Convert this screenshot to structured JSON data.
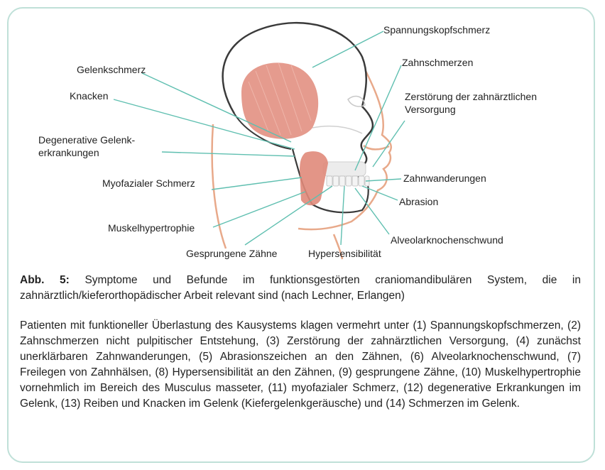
{
  "labels": {
    "spannungskopfschmerz": "Spannungskopfschmerz",
    "zahnschmerzen": "Zahnschmerzen",
    "zerstoerung_line1": "Zerstörung der zahnärztlichen",
    "zerstoerung_line2": "Versorgung",
    "gelenkschmerz": "Gelenkschmerz",
    "knacken": "Knacken",
    "degenerative_line1": "Degenerative Gelenk-",
    "degenerative_line2": "erkrankungen",
    "myofazial": "Myofazialer Schmerz",
    "zahnwanderungen": "Zahnwanderungen",
    "abrasion": "Abrasion",
    "muskelhypertrophie": "Muskelhypertrophie",
    "alveolarknochenschwund": "Alveolarknochenschwund",
    "gesprungene": "Gesprungene Zähne",
    "hypersensibilitaet": "Hypersensibilität"
  },
  "caption": {
    "label": "Abb. 5:",
    "text": " Symptome und Befunde im funktionsgestörten craniomandibulären System, die in zahnärztlich/kieferorthopädischer Arbeit relevant sind (nach Lechner, Erlangen)"
  },
  "body": {
    "text": "Patienten mit funktioneller Überlastung des Kausystems klagen vermehrt unter (1) Spannungskopfschmerzen, (2) Zahnschmerzen nicht pulpitischer Entstehung, (3) Zerstörung der zahnärztlichen Versorgung, (4) zunächst unerklärbaren Zahnwanderungen, (5) Abrasionszeichen an den Zähnen, (6) Alveolarknochenschwund, (7) Freilegen von Zahnhälsen, (8) Hypersensibilität an den Zähnen, (9) gesprungene Zähne, (10) Muskelhypertrophie vornehmlich im Bereich des Musculus masseter, (11) myofazialer Schmerz, (12) degenerative Erkrankungen im Gelenk, (13) Reiben und Knacken im Gelenk (Kiefergelenkgeräusche) und (14) Schmerzen im Gelenk."
  },
  "colors": {
    "frame": "#bfe0d8",
    "leader": "#5fbfb0",
    "muscle": "#e0897a",
    "skin": "#e8a98a",
    "skull": "#3a3a3a"
  }
}
